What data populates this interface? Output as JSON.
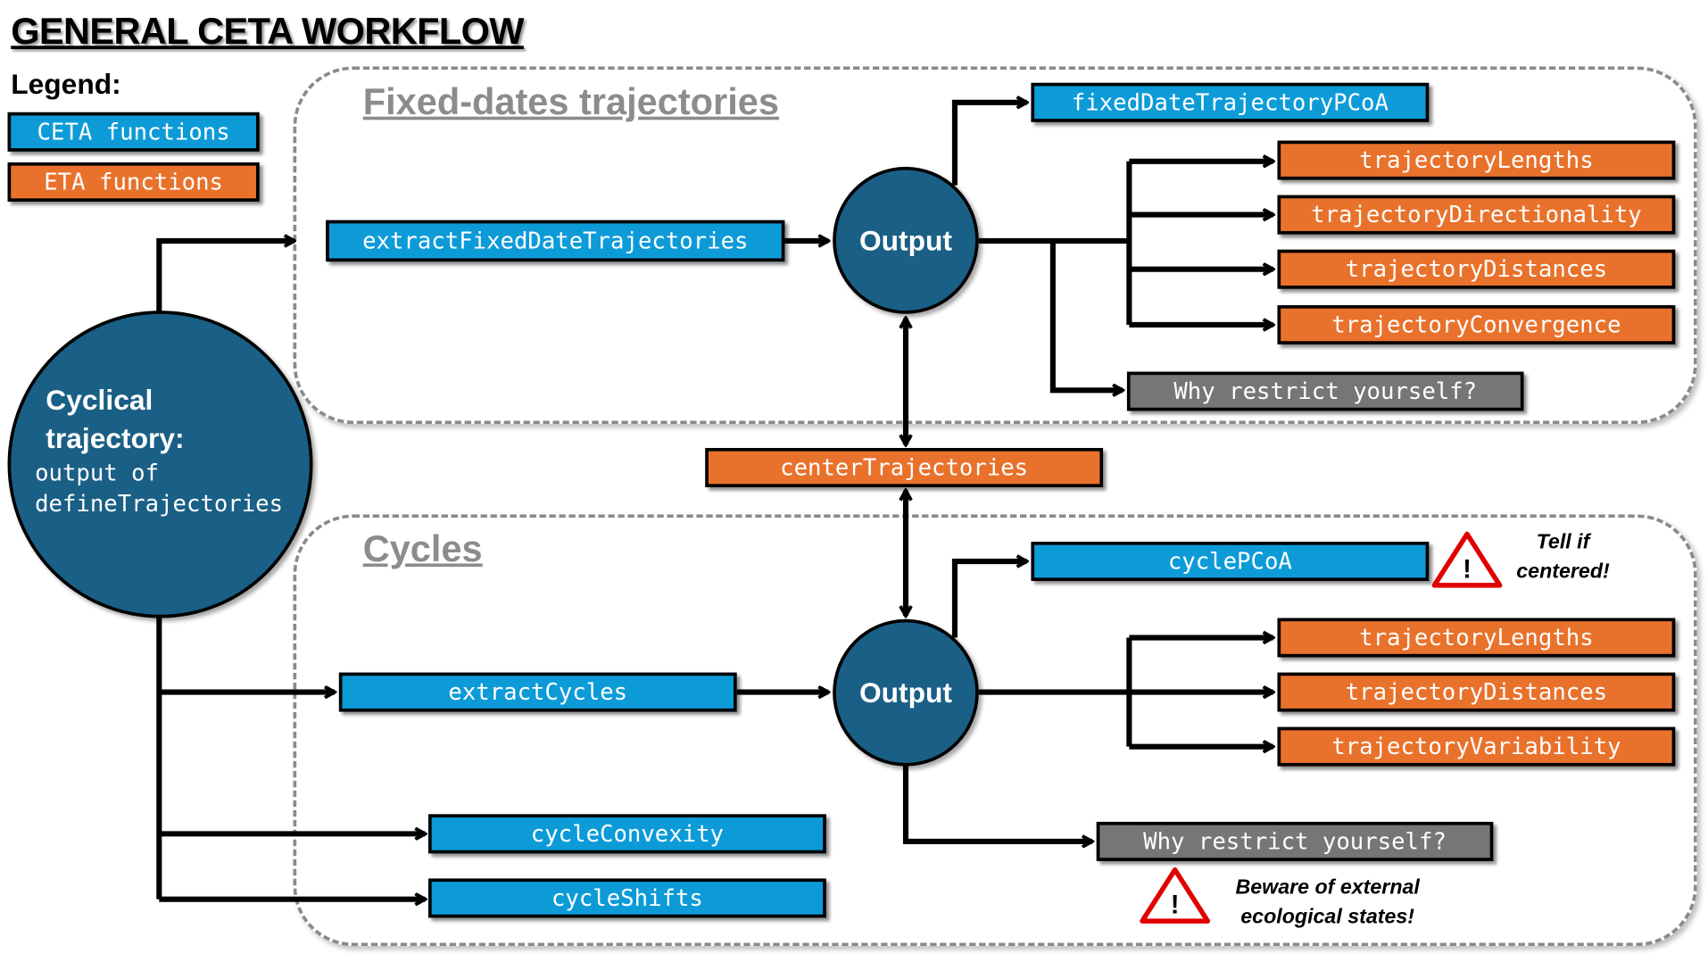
{
  "title": "GENERAL CETA WORKFLOW",
  "legend": {
    "title": "Legend:",
    "ceta_label": "CETA functions",
    "eta_label": "ETA functions"
  },
  "colors": {
    "ceta": "#0d9bd8",
    "eta": "#e8722c",
    "grey": "#767676",
    "node": "#1a5f85",
    "warning": "#e00000"
  },
  "source_node": {
    "title_line1": "Cyclical",
    "title_line2": "trajectory:",
    "subtitle_line1": "output of",
    "subtitle_line2": "defineTrajectories"
  },
  "fixed_dates": {
    "section_label": "Fixed-dates trajectories",
    "extract_fn": "extractFixedDateTrajectories",
    "output_label": "Output",
    "pcoa_fn": "fixedDateTrajectoryPCoA",
    "eta_fns": [
      "trajectoryLengths",
      "trajectoryDirectionality",
      "trajectoryDistances",
      "trajectoryConvergence"
    ],
    "restrict_label": "Why restrict yourself?"
  },
  "center_fn": "centerTrajectories",
  "cycles": {
    "section_label": "Cycles",
    "extract_fn": "extractCycles",
    "output_label": "Output",
    "pcoa_fn": "cyclePCoA",
    "pcoa_warning_line1": "Tell if",
    "pcoa_warning_line2": "centered!",
    "eta_fns": [
      "trajectoryLengths",
      "trajectoryDistances",
      "trajectoryVariability"
    ],
    "restrict_label": "Why restrict yourself?",
    "restrict_warning_line1": "Beware of external",
    "restrict_warning_line2": "ecological states!",
    "convexity_fn": "cycleConvexity",
    "shifts_fn": "cycleShifts"
  },
  "icons": {
    "warning": "warning-triangle-icon"
  }
}
